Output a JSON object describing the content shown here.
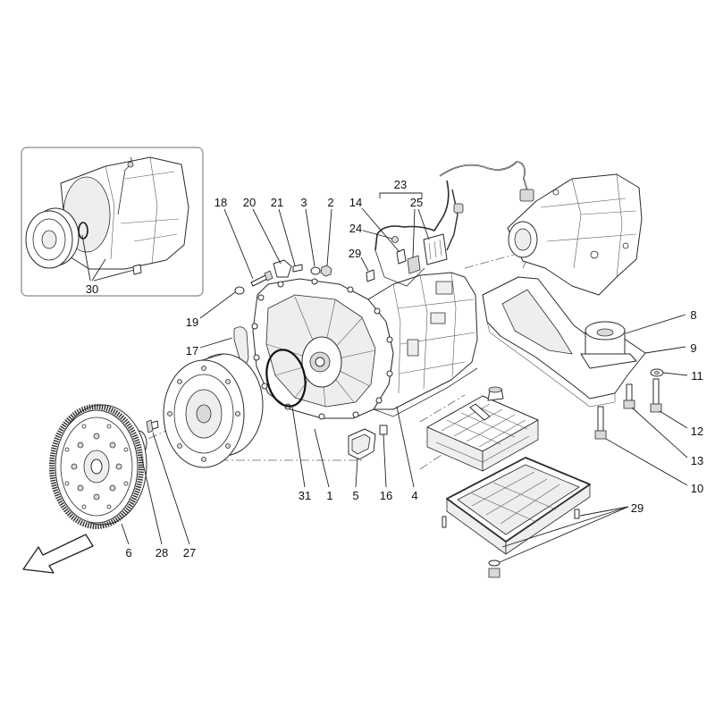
{
  "callouts": [
    "18",
    "20",
    "21",
    "3",
    "2",
    "14",
    "23",
    "25",
    "24",
    "29",
    "19",
    "17",
    "8",
    "9",
    "11",
    "12",
    "13",
    "10",
    "31",
    "1",
    "5",
    "16",
    "4",
    "6",
    "28",
    "27",
    "29",
    "30"
  ]
}
